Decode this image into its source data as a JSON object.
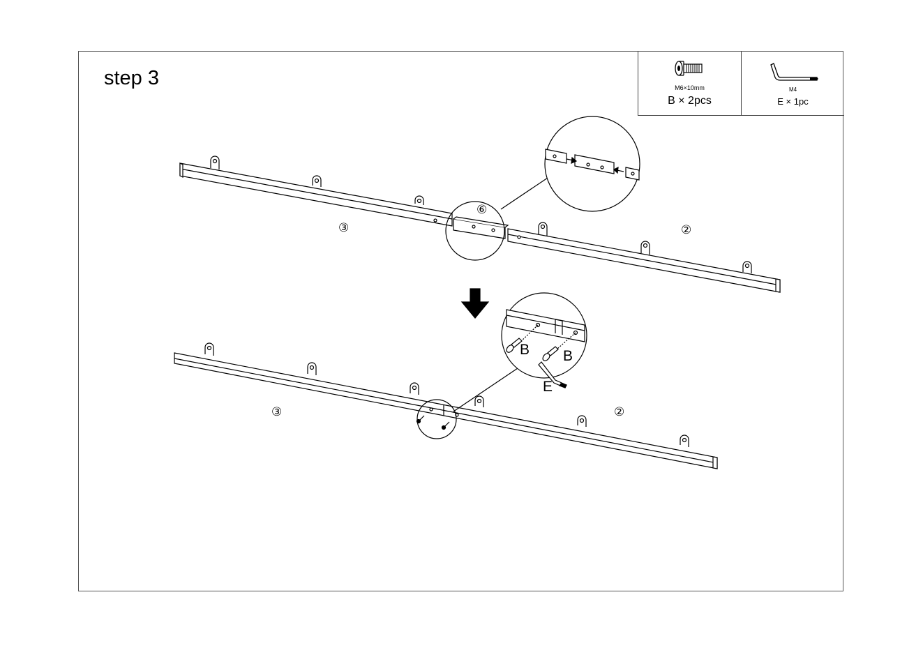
{
  "step_title": "step 3",
  "parts": [
    {
      "spec": "M6×10mm",
      "quantity": "B × 2pcs",
      "icon": "bolt-icon"
    },
    {
      "spec": "M4",
      "quantity": "E × 1pc",
      "icon": "allen-key-icon"
    }
  ],
  "labels": {
    "left_beam": "③",
    "right_beam": "②",
    "connector": "⑥",
    "bolt": "B",
    "key": "E"
  }
}
